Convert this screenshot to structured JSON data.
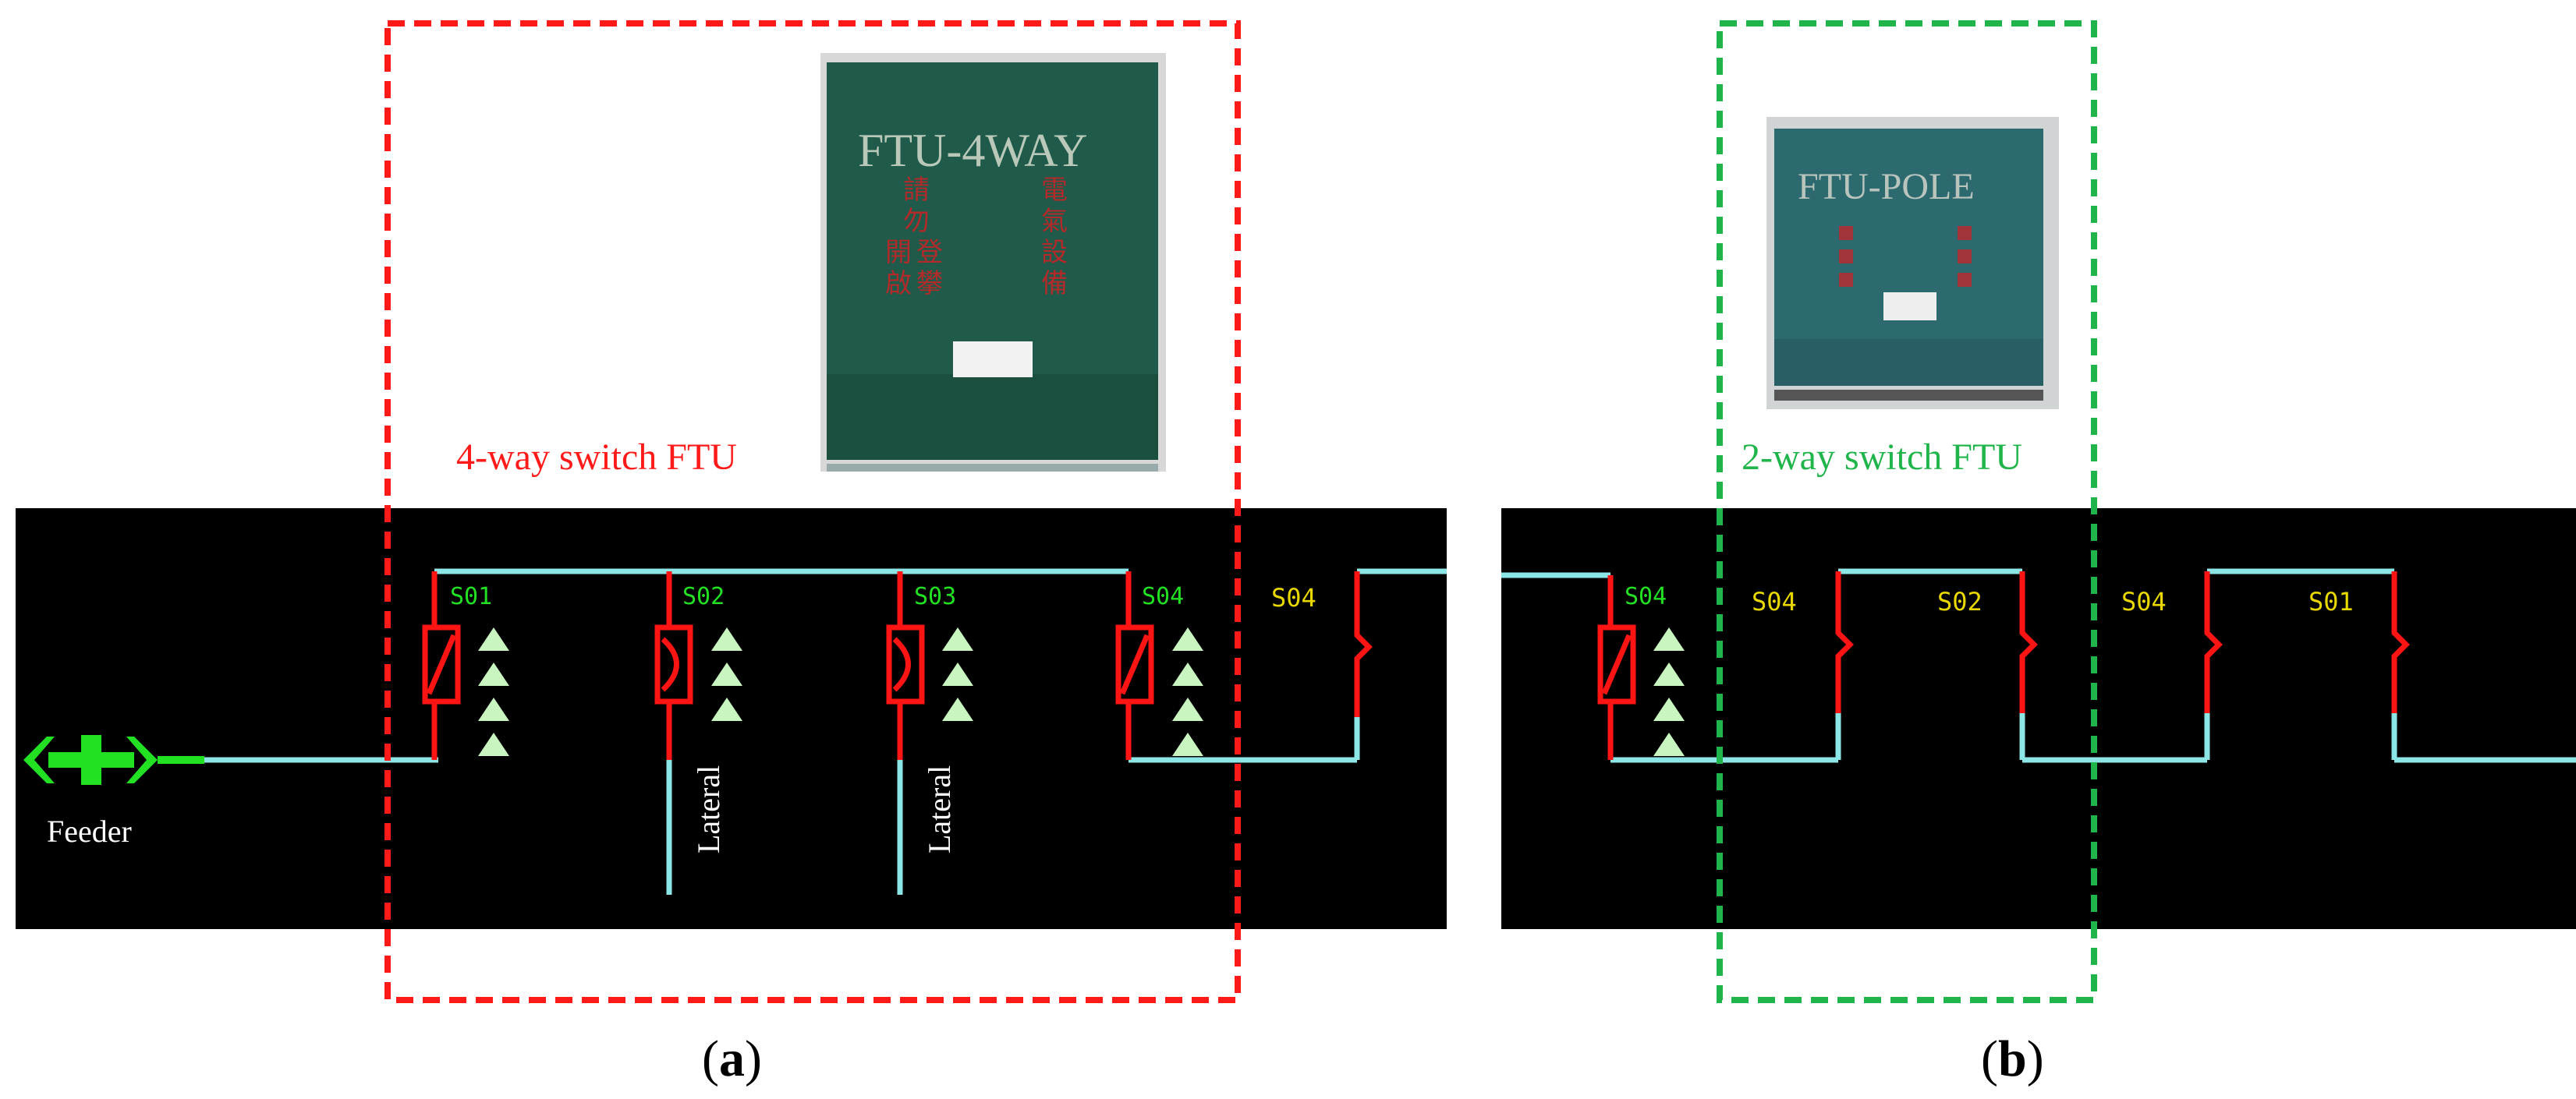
{
  "panel_a": {
    "caption": "4-way switch FTU",
    "photo_title": "FTU-4WAY",
    "photo_cjk": [
      "請",
      "勿",
      "開",
      "啟",
      "電",
      "氣",
      "設",
      "備",
      "攀",
      "登"
    ],
    "switch_labels": [
      "S01",
      "S02",
      "S03",
      "S04"
    ],
    "remote_label": "S04",
    "feeder_label": "Feeder",
    "lateral_labels": [
      "Lateral",
      "Lateral"
    ],
    "subfigure": "a"
  },
  "panel_b": {
    "caption": "2-way switch FTU",
    "photo_title": "FTU-POLE",
    "switch_label_first": "S04",
    "yellow_labels": [
      "S04",
      "S02",
      "S04",
      "S01"
    ],
    "subfigure": "b"
  },
  "colors": {
    "line": "#8ce6e6",
    "switch_red": "#ff1414",
    "label_green": "#22e022",
    "label_yellow": "#e8d800",
    "box_red": "#ff1a1a",
    "box_green": "#1fb54a",
    "triangle": "#c8f5c0"
  }
}
